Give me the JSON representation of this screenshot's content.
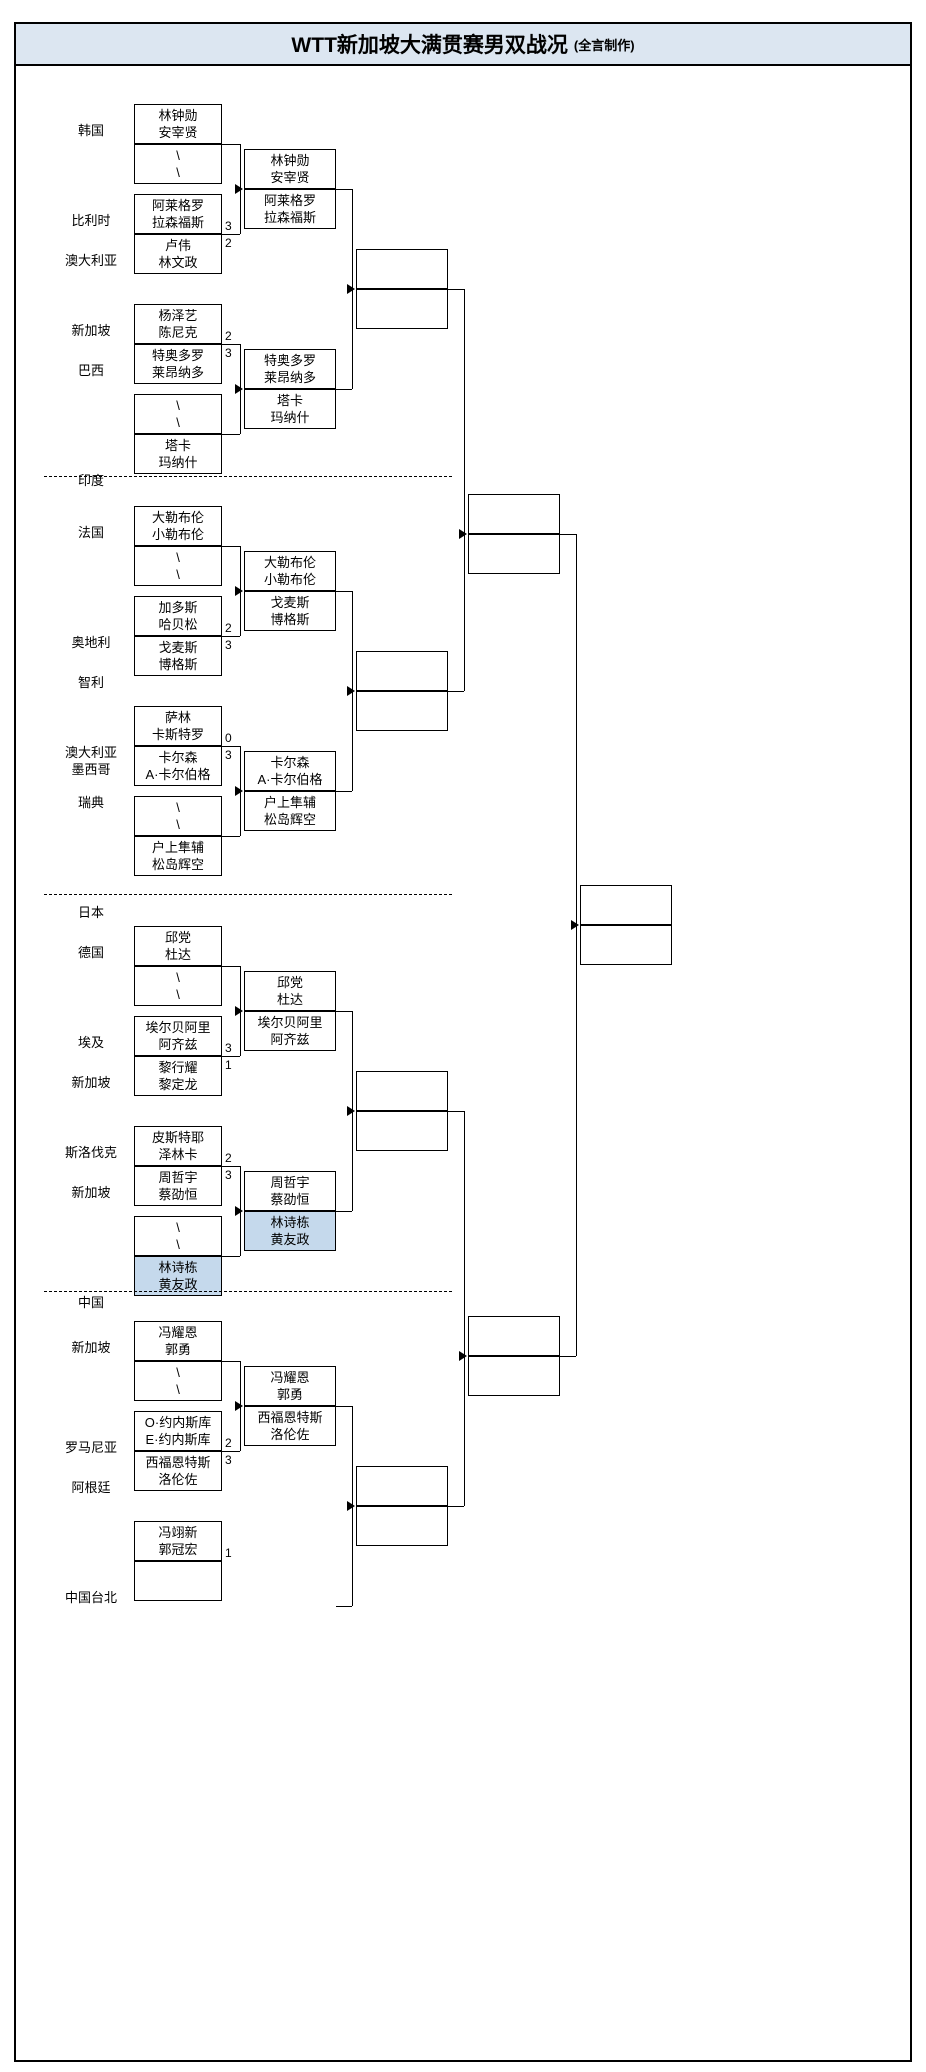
{
  "header": {
    "title_main": "WTT新加坡大满贯赛男双战况",
    "title_sub": "(全言制作)"
  },
  "bracket": {
    "quarters": [
      {
        "id": "q1",
        "countries": [
          "韩国",
          "比利时",
          "澳大利亚",
          "新加坡",
          "巴西",
          "印度"
        ],
        "r1": [
          {
            "top": [
              "林钟勋",
              "安宰贤"
            ],
            "bottom": [
              "\\",
              "\\"
            ],
            "score_top": "",
            "score_bottom": ""
          },
          {
            "top": [
              "阿莱格罗",
              "拉森福斯"
            ],
            "bottom": [
              "卢伟",
              "林文政"
            ],
            "score_top": "3",
            "score_bottom": "2"
          },
          {
            "top": [
              "杨泽艺",
              "陈尼克"
            ],
            "bottom": [
              "特奥多罗",
              "莱昂纳多"
            ],
            "score_top": "2",
            "score_bottom": "3"
          },
          {
            "top": [
              "\\",
              "\\"
            ],
            "bottom": [
              "塔卡",
              "玛纳什"
            ],
            "score_top": "",
            "score_bottom": ""
          }
        ],
        "r2": [
          {
            "top": [
              "林钟勋",
              "安宰贤"
            ],
            "bottom": [
              "阿莱格罗",
              "拉森福斯"
            ]
          },
          {
            "top": [
              "特奥多罗",
              "莱昂纳多"
            ],
            "bottom": [
              "塔卡",
              "玛纳什"
            ]
          }
        ],
        "r3": [
          {
            "top": [
              "",
              ""
            ],
            "bottom": [
              "",
              ""
            ]
          }
        ]
      },
      {
        "id": "q2",
        "countries": [
          "法国",
          "奥地利",
          "智利",
          "澳大利亚",
          "墨西哥",
          "瑞典",
          "日本"
        ],
        "r1": [
          {
            "top": [
              "大勒布伦",
              "小勒布伦"
            ],
            "bottom": [
              "\\",
              "\\"
            ],
            "score_top": "",
            "score_bottom": ""
          },
          {
            "top": [
              "加多斯",
              "哈贝松"
            ],
            "bottom": [
              "戈麦斯",
              "博格斯"
            ],
            "score_top": "2",
            "score_bottom": "3"
          },
          {
            "top": [
              "萨林",
              "卡斯特罗"
            ],
            "bottom": [
              "卡尔森",
              "A·卡尔伯格"
            ],
            "score_top": "0",
            "score_bottom": "3"
          },
          {
            "top": [
              "\\",
              "\\"
            ],
            "bottom": [
              "户上隼辅",
              "松岛辉空"
            ],
            "score_top": "",
            "score_bottom": ""
          }
        ],
        "r2": [
          {
            "top": [
              "大勒布伦",
              "小勒布伦"
            ],
            "bottom": [
              "戈麦斯",
              "博格斯"
            ]
          },
          {
            "top": [
              "卡尔森",
              "A·卡尔伯格"
            ],
            "bottom": [
              "户上隼辅",
              "松岛辉空"
            ]
          }
        ],
        "r3": [
          {
            "top": [
              "",
              ""
            ],
            "bottom": [
              "",
              ""
            ]
          }
        ]
      },
      {
        "id": "q3",
        "countries": [
          "德国",
          "埃及",
          "新加坡",
          "斯洛伐克",
          "新加坡",
          "中国"
        ],
        "r1": [
          {
            "top": [
              "邱党",
              "杜达"
            ],
            "bottom": [
              "\\",
              "\\"
            ],
            "score_top": "",
            "score_bottom": ""
          },
          {
            "top": [
              "埃尔贝阿里",
              "阿齐兹"
            ],
            "bottom": [
              "黎行耀",
              "黎定龙"
            ],
            "score_top": "3",
            "score_bottom": "1"
          },
          {
            "top": [
              "皮斯特耶",
              "泽林卡"
            ],
            "bottom": [
              "周哲宇",
              "蔡劭恒"
            ],
            "score_top": "2",
            "score_bottom": "3"
          },
          {
            "top": [
              "\\",
              "\\"
            ],
            "bottom": [
              "林诗栋",
              "黄友政"
            ],
            "score_top": "",
            "score_bottom": "",
            "bottom_hl": true
          }
        ],
        "r2": [
          {
            "top": [
              "邱党",
              "杜达"
            ],
            "bottom": [
              "埃尔贝阿里",
              "阿齐兹"
            ]
          },
          {
            "top": [
              "周哲宇",
              "蔡劭恒"
            ],
            "bottom": [
              "林诗栋",
              "黄友政"
            ],
            "bottom_hl": true
          }
        ],
        "r3": [
          {
            "top": [
              "",
              ""
            ],
            "bottom": [
              "",
              ""
            ]
          }
        ]
      },
      {
        "id": "q4",
        "countries": [
          "新加坡",
          "罗马尼亚",
          "阿根廷",
          "中国台北"
        ],
        "r1": [
          {
            "top": [
              "冯耀恩",
              "郭勇"
            ],
            "bottom": [
              "\\",
              "\\"
            ],
            "score_top": "",
            "score_bottom": ""
          },
          {
            "top": [
              "O·约内斯库",
              "E·约内斯库"
            ],
            "bottom": [
              "西福恩特斯",
              "洛伦佐"
            ],
            "score_top": "2",
            "score_bottom": "3"
          },
          {
            "top": [
              "冯翊新",
              "郭冠宏"
            ],
            "bottom": [
              "",
              ""
            ],
            "score_top": "1",
            "score_bottom": ""
          }
        ],
        "r2": [
          {
            "top": [
              "冯耀恩",
              "郭勇"
            ],
            "bottom": [
              "西福恩特斯",
              "洛伦佐"
            ]
          },
          {
            "top": [
              "",
              ""
            ],
            "bottom": [
              "",
              ""
            ]
          }
        ],
        "r3": [
          {
            "top": [
              "",
              ""
            ],
            "bottom": [
              "",
              ""
            ]
          }
        ]
      }
    ],
    "semis": [
      {
        "id": "sf1",
        "top": [
          "",
          ""
        ],
        "bottom": [
          "",
          ""
        ]
      },
      {
        "id": "sf2",
        "top": [
          "",
          ""
        ],
        "bottom": [
          "",
          ""
        ]
      }
    ],
    "final": {
      "id": "final",
      "top": [
        "",
        ""
      ],
      "bottom": [
        "",
        ""
      ]
    }
  },
  "colors": {
    "title_bg": "#dce6f1",
    "highlight": "#c5d9ec",
    "line": "#000000"
  }
}
